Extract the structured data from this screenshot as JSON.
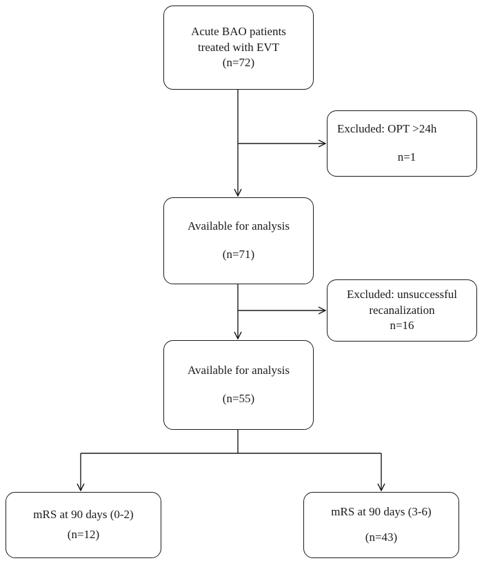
{
  "boxes": {
    "start": {
      "line1": "Acute BAO patients",
      "line2": "treated with EVT",
      "count": "(n=72)"
    },
    "excl1": {
      "line1": "Excluded:  OPT  >24h",
      "count": "n=1"
    },
    "avail1": {
      "line1": "Available  for  analysis",
      "count": "(n=71)"
    },
    "excl2": {
      "line1": "Excluded: unsuccessful",
      "line2": "recanalization",
      "count": "n=16"
    },
    "avail2": {
      "line1": "Available  for  analysis",
      "count": "(n=55)"
    },
    "good": {
      "line1": "mRS at 90 days (0-2)",
      "count": "(n=12)"
    },
    "poor": {
      "line1": "mRS at 90 days (3-6)",
      "count": "(n=43)"
    }
  },
  "colors": {
    "stroke": "#1a1a1a",
    "background": "#ffffff"
  }
}
